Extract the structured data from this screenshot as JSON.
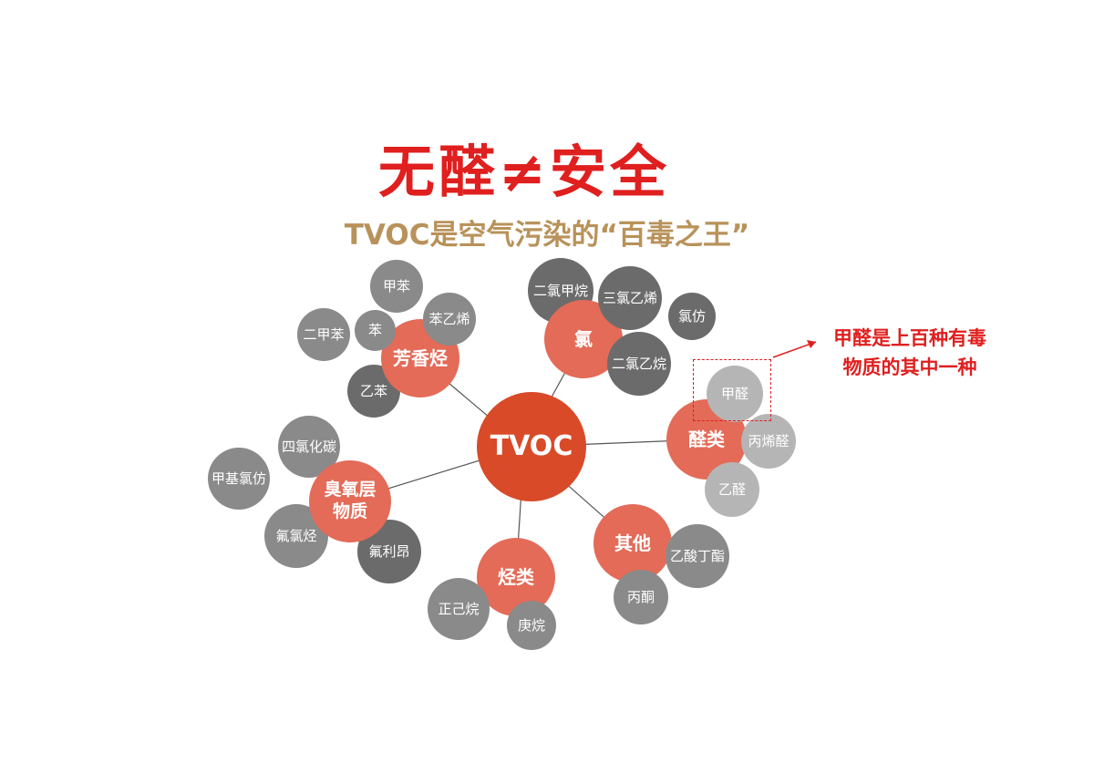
{
  "title": "无醛≠安全",
  "subtitle": "TVOC是空气污染的“百毒之王”",
  "center": "TVOC",
  "categories": {
    "aromatic": "芳香烃",
    "chlorine": "氯",
    "aldehyde": "醛类",
    "ozone": "臭氧层\n物质",
    "hydrocarbon": "烃类",
    "other": "其他"
  },
  "leaves": {
    "toluene": "甲苯",
    "xylene": "二甲苯",
    "benzene": "苯",
    "styrene": "苯乙烯",
    "ethylbenzene": "乙苯",
    "dichloromethane": "二氯甲烷",
    "trichloroethylene": "三氯乙烯",
    "chloroform": "氯仿",
    "dichloroethane": "二氯乙烷",
    "formaldehyde": "甲醛",
    "acrolein": "丙烯醛",
    "acetaldehyde": "乙醛",
    "carbon_tetrachloride": "四氯化碳",
    "methyl_chloroform": "甲基氯仿",
    "hcfc": "氟氯烃",
    "freon": "氟利昂",
    "hexane": "正己烷",
    "heptane": "庚烷",
    "butyl_acetate": "乙酸丁酯",
    "acetone": "丙酮"
  },
  "callout": "甲醛是上百种有毒\n物质的其中一种",
  "colors": {
    "title": "#e01f1f",
    "subtitle": "#b8925a",
    "center": "#d94a28",
    "category": "#e36b58",
    "leaf_dark": "#6b6b6b",
    "leaf_mid": "#8a8a8a",
    "leaf_light": "#b5b5b5"
  }
}
